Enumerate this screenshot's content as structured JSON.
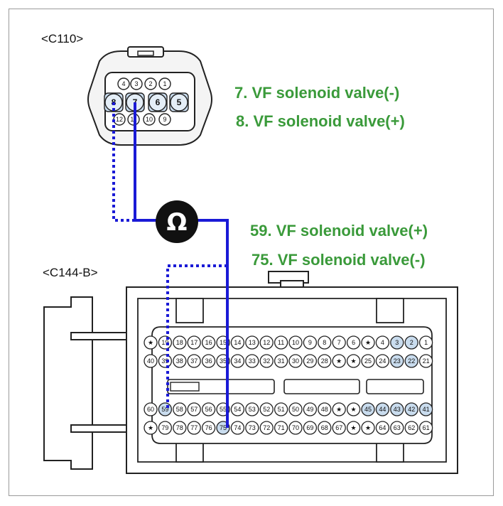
{
  "connectors": {
    "c110": {
      "label": "<C110>",
      "rows": [
        [
          "4",
          "3",
          "2",
          "1"
        ],
        [
          "8",
          "7",
          "6",
          "5"
        ],
        [
          "12",
          "11",
          "10",
          "9"
        ]
      ]
    },
    "c144b": {
      "label": "<C144-B>",
      "rows": [
        [
          "★",
          "19",
          "18",
          "17",
          "16",
          "15",
          "14",
          "13",
          "12",
          "11",
          "10",
          "9",
          "8",
          "7",
          "6",
          "★",
          "4",
          "3",
          "2",
          "1"
        ],
        [
          "40",
          "39",
          "38",
          "37",
          "36",
          "35",
          "34",
          "33",
          "32",
          "31",
          "30",
          "29",
          "28",
          "★",
          "★",
          "25",
          "24",
          "23",
          "22",
          "21"
        ],
        [
          "60",
          "59",
          "58",
          "57",
          "56",
          "55",
          "54",
          "53",
          "52",
          "51",
          "50",
          "49",
          "48",
          "★",
          "★",
          "45",
          "44",
          "43",
          "42",
          "41"
        ],
        [
          "★",
          "79",
          "78",
          "77",
          "76",
          "75",
          "74",
          "73",
          "72",
          "71",
          "70",
          "69",
          "68",
          "67",
          "★",
          "★",
          "64",
          "63",
          "62",
          "61"
        ]
      ]
    }
  },
  "pin_descriptions": {
    "c110": [
      "7. VF solenoid valve(-)",
      "8. VF solenoid valve(+)"
    ],
    "c144b": [
      "59. VF solenoid valve(+)",
      "75. VF solenoid valve(-)"
    ]
  },
  "meter": {
    "icon": "ohm-meter-icon",
    "symbol": "Ω"
  },
  "colors": {
    "wire": "#1a1ad6",
    "description_text": "#3a9a3a",
    "meter_fill": "#111111",
    "pin_highlight": "#c9dcee"
  }
}
